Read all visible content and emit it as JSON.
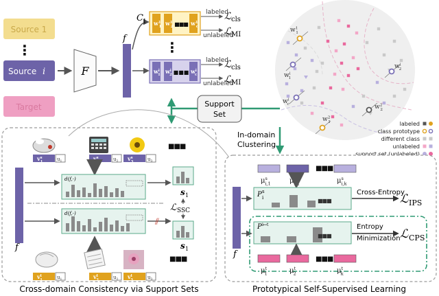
{
  "colors": {
    "source1_fill": "#f3dd8f",
    "source1_text": "#c9a94a",
    "source_i_fill": "#6d63a8",
    "target_fill": "#ef9fc2",
    "target_text": "#d9799f",
    "feature_bar": "#6d63a8",
    "classifier_gold": "#e0a21e",
    "classifier_bg": "#fff3c4",
    "classifier_purple": "#7a70b6",
    "classifier_purple_bg": "#d7d2ec",
    "arrow_green": "#2f9a73",
    "panel_green_fill": "#e6f3ee",
    "panel_green_stroke": "#5aa98a",
    "dashed_green": "#2f9a73",
    "pink": "#e9699e",
    "purple_light": "#b8b0de",
    "gray_bar": "#8a8a8a",
    "panel_border": "#9a9a9a",
    "cluster_bg": "#efefef"
  },
  "inputs": {
    "source1": "Source 1",
    "source_i_word": "Source",
    "source_i_index": "i",
    "target": "Target",
    "dots": "⋮"
  },
  "encoder": {
    "F": "F",
    "f": "f"
  },
  "classifier": {
    "c_label": "C",
    "c_sub": "1",
    "top_labeled": "labeled",
    "top_unlabeled": "unlabeled",
    "bottom_labeled": "labeled",
    "bottom_unlabeled": "unlabeled",
    "loss_L": "ℒ",
    "loss_cls": "cls",
    "loss_mi": "MI",
    "w_prefix": "w",
    "w_sup_1": "1",
    "w_sup_i": "i",
    "w_sub_1": "1",
    "w_sub_2": "2",
    "w_sub_c": "c",
    "ellipsis": "■■■"
  },
  "support_set": {
    "line1": "Support",
    "line2": "Set"
  },
  "clustering": {
    "line1": "In-domain",
    "line2": "Clustering"
  },
  "scatter": {
    "w_letter": "w",
    "w_labels": [
      {
        "sub": "1",
        "sup": "1"
      },
      {
        "sub": "1",
        "sup": "2"
      },
      {
        "sub": "1",
        "sup": "i"
      },
      {
        "sub": "2",
        "sup": "i"
      },
      {
        "sub": "c",
        "sup": "i"
      },
      {
        "sub": "2",
        "sup": "2"
      }
    ]
  },
  "legend": {
    "items": [
      {
        "label": "labeled"
      },
      {
        "label": "class prototype"
      },
      {
        "label": "different class"
      },
      {
        "label": "unlabeled"
      },
      {
        "label": "support set (unlabeled)"
      }
    ]
  },
  "left_panel": {
    "title": "Cross-domain Consistency via Support Sets",
    "d_top": "d(f,·)",
    "d_bottom": "d(f,·)",
    "s_top": "s",
    "s_top_sub": "1",
    "s_bottom": "s",
    "s_bottom_sub": "1",
    "loss_L": "ℒ",
    "loss_ssc": "SSC",
    "f_label": "f",
    "v_letter": "v",
    "u_letter": "u",
    "more": "■■■",
    "pipe": "⫽"
  },
  "right_panel": {
    "title": "Prototypical Self-Supervised Learning",
    "mu": "μ",
    "mu_source": [
      {
        "sub": "i,1",
        "sup": "s"
      },
      {
        "sub": "i,2",
        "sup": "s"
      },
      {
        "sub": "i,k",
        "sup": "s"
      }
    ],
    "mu_target": [
      {
        "sub": "1",
        "sup": "t"
      },
      {
        "sub": "2",
        "sup": "t"
      },
      {
        "sub": "k",
        "sup": "t"
      }
    ],
    "P_top": "P",
    "P_top_sup": "s",
    "P_top_sub": "i",
    "P_bottom": "P",
    "P_bottom_sup": "i↦t",
    "cross_entropy": "Cross-Entropy",
    "entropy": "Entropy",
    "minimization": "Minimization",
    "loss_L": "ℒ",
    "loss_ips": "IPS",
    "loss_cps": "CPS",
    "f_label": "f",
    "more": "■■■"
  }
}
